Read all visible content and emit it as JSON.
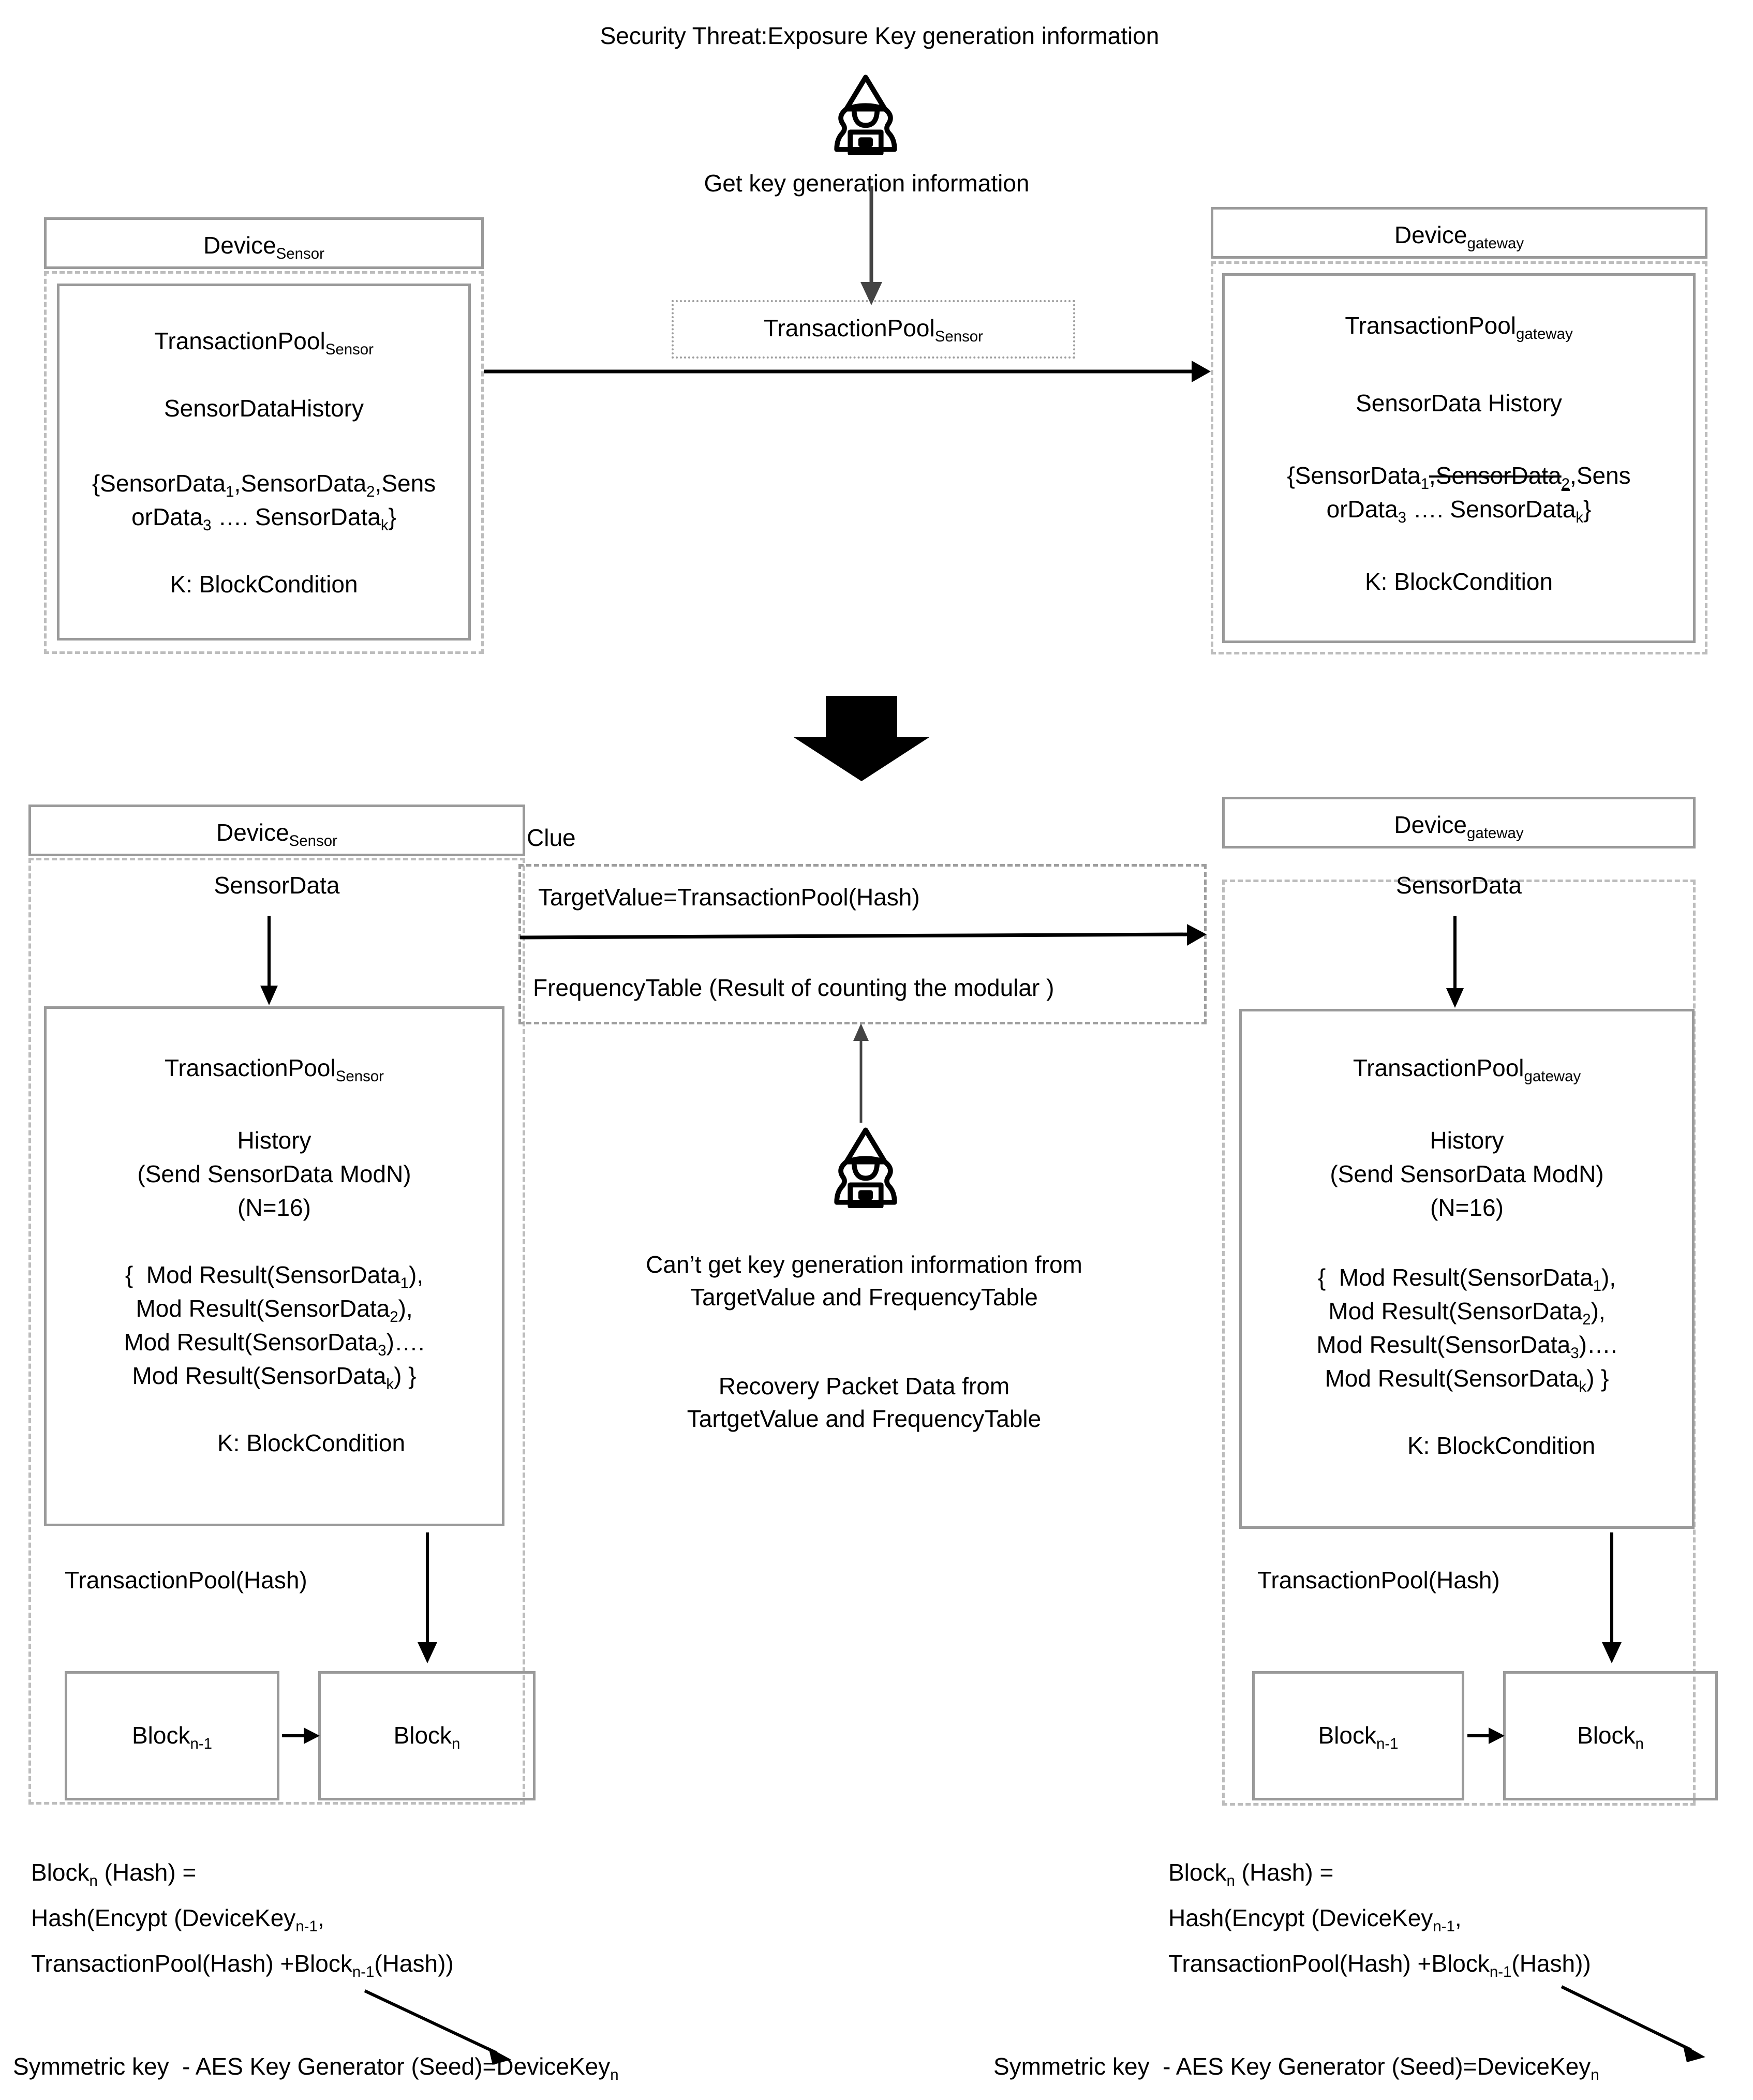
{
  "title": "Security Threat:Exposure Key generation information",
  "top_section": {
    "attacker_caption": "Get key generation information",
    "attacker_icon": "hacker-hooded-laptop-icon",
    "transit_pool_label": "TransactionPool",
    "transit_pool_sub": "Sensor",
    "sensor_device": {
      "header": "Device",
      "header_sub": "Sensor",
      "pool_label": "TransactionPool",
      "pool_sub": "Sensor",
      "history_label": "SensorDataHistory",
      "set_line1_a": "{SensorData",
      "set_line1_a_sub": "1",
      "set_line1_b": ",SensorData",
      "set_line1_b_sub": "2",
      "set_line1_c": ",Sens",
      "set_line2_a": "orData",
      "set_line2_a_sub": "3",
      "set_line2_b": " …. SensorData",
      "set_line2_b_sub": "k",
      "set_line2_c": "}",
      "condition": "K: BlockCondition"
    },
    "gateway_device": {
      "header": "Device",
      "header_sub": "gateway",
      "pool_label": "TransactionPool",
      "pool_sub": "gateway",
      "history_label": "SensorData History",
      "set_line1_a": "{SensorData",
      "set_line1_a_sub": "1",
      "set_line1_b_struck": ",SensorData",
      "set_line1_b_struck_sub": "2",
      "set_line1_c": ",Sens",
      "set_line2_a": "orData",
      "set_line2_a_sub": "3",
      "set_line2_b": " …. SensorData",
      "set_line2_b_sub": "k",
      "set_line2_c": "}",
      "condition": "K: BlockCondition"
    }
  },
  "bottom_section": {
    "clue_label": "Clue",
    "clue_line1": "TargetValue=TransactionPool(Hash)",
    "clue_line2": "FrequencyTable (Result of counting the modular )",
    "attacker_icon": "hacker-hooded-laptop-icon",
    "attacker_text1_line1": "Can’t get key generation information from",
    "attacker_text1_line2": "TargetValue and FrequencyTable",
    "attacker_text2_line1": "Recovery Packet Data from",
    "attacker_text2_line2": "TartgetValue and FrequencyTable",
    "sensor_device": {
      "header": "Device",
      "header_sub": "Sensor",
      "sensor_data": "SensorData",
      "pool_label": "TransactionPool",
      "pool_sub": "Sensor",
      "history": "History",
      "history_sub1": "(Send SensorData ModN)",
      "history_sub2": "(N=16)",
      "mods": [
        {
          "pre": "{  Mod Result(SensorData",
          "sub": "1",
          "post": "),"
        },
        {
          "pre": "Mod Result(SensorData",
          "sub": "2",
          "post": "),"
        },
        {
          "pre": "Mod Result(SensorData",
          "sub": "3",
          "post": ")…."
        },
        {
          "pre": "Mod Result(SensorData",
          "sub": "k",
          "post": ") }"
        }
      ],
      "condition": "K: BlockCondition",
      "pool_hash": "TransactionPool(Hash)",
      "block_prev": "Block",
      "block_prev_sub": "n-1",
      "block_cur": "Block",
      "block_cur_sub": "n"
    },
    "gateway_device": {
      "header": "Device",
      "header_sub": "gateway",
      "sensor_data": "SensorData",
      "pool_label": "TransactionPool",
      "pool_sub": "gateway",
      "history": "History",
      "history_sub1": "(Send SensorData ModN)",
      "history_sub2": "(N=16)",
      "mods": [
        {
          "pre": "{  Mod Result(SensorData",
          "sub": "1",
          "post": "),"
        },
        {
          "pre": "Mod Result(SensorData",
          "sub": "2",
          "post": "),"
        },
        {
          "pre": "Mod Result(SensorData",
          "sub": "3",
          "post": ")…."
        },
        {
          "pre": "Mod Result(SensorData",
          "sub": "k",
          "post": ") }"
        }
      ],
      "condition": "K: BlockCondition",
      "pool_hash": "TransactionPool(Hash)",
      "block_prev": "Block",
      "block_prev_sub": "n-1",
      "block_cur": "Block",
      "block_cur_sub": "n"
    }
  },
  "formulas": {
    "left": {
      "line1_a": "Block",
      "line1_sub": "n",
      "line1_b": " (Hash) =",
      "line2_a": "Hash(Encypt (DeviceKey",
      "line2_sub": "n-1",
      "line2_b": ",",
      "line3_a": "TransactionPool(Hash) +Block",
      "line3_sub": "n-1",
      "line3_b": "(Hash))",
      "symmetric_a": "Symmetric key  - AES Key Generator (Seed)=DeviceKey",
      "symmetric_sub": "n"
    },
    "right": {
      "line1_a": "Block",
      "line1_sub": "n",
      "line1_b": " (Hash) =",
      "line2_a": "Hash(Encypt (DeviceKey",
      "line2_sub": "n-1",
      "line2_b": ",",
      "line3_a": "TransactionPool(Hash) +Block",
      "line3_sub": "n-1",
      "line3_b": "(Hash))",
      "symmetric_a": "Symmetric key  - AES Key Generator (Seed)=DeviceKey",
      "symmetric_sub": "n"
    }
  },
  "colors": {
    "frame_solid": "#9a9a9a",
    "frame_dashed": "#bdbdbd",
    "ink": "#000000",
    "background": "#ffffff"
  }
}
